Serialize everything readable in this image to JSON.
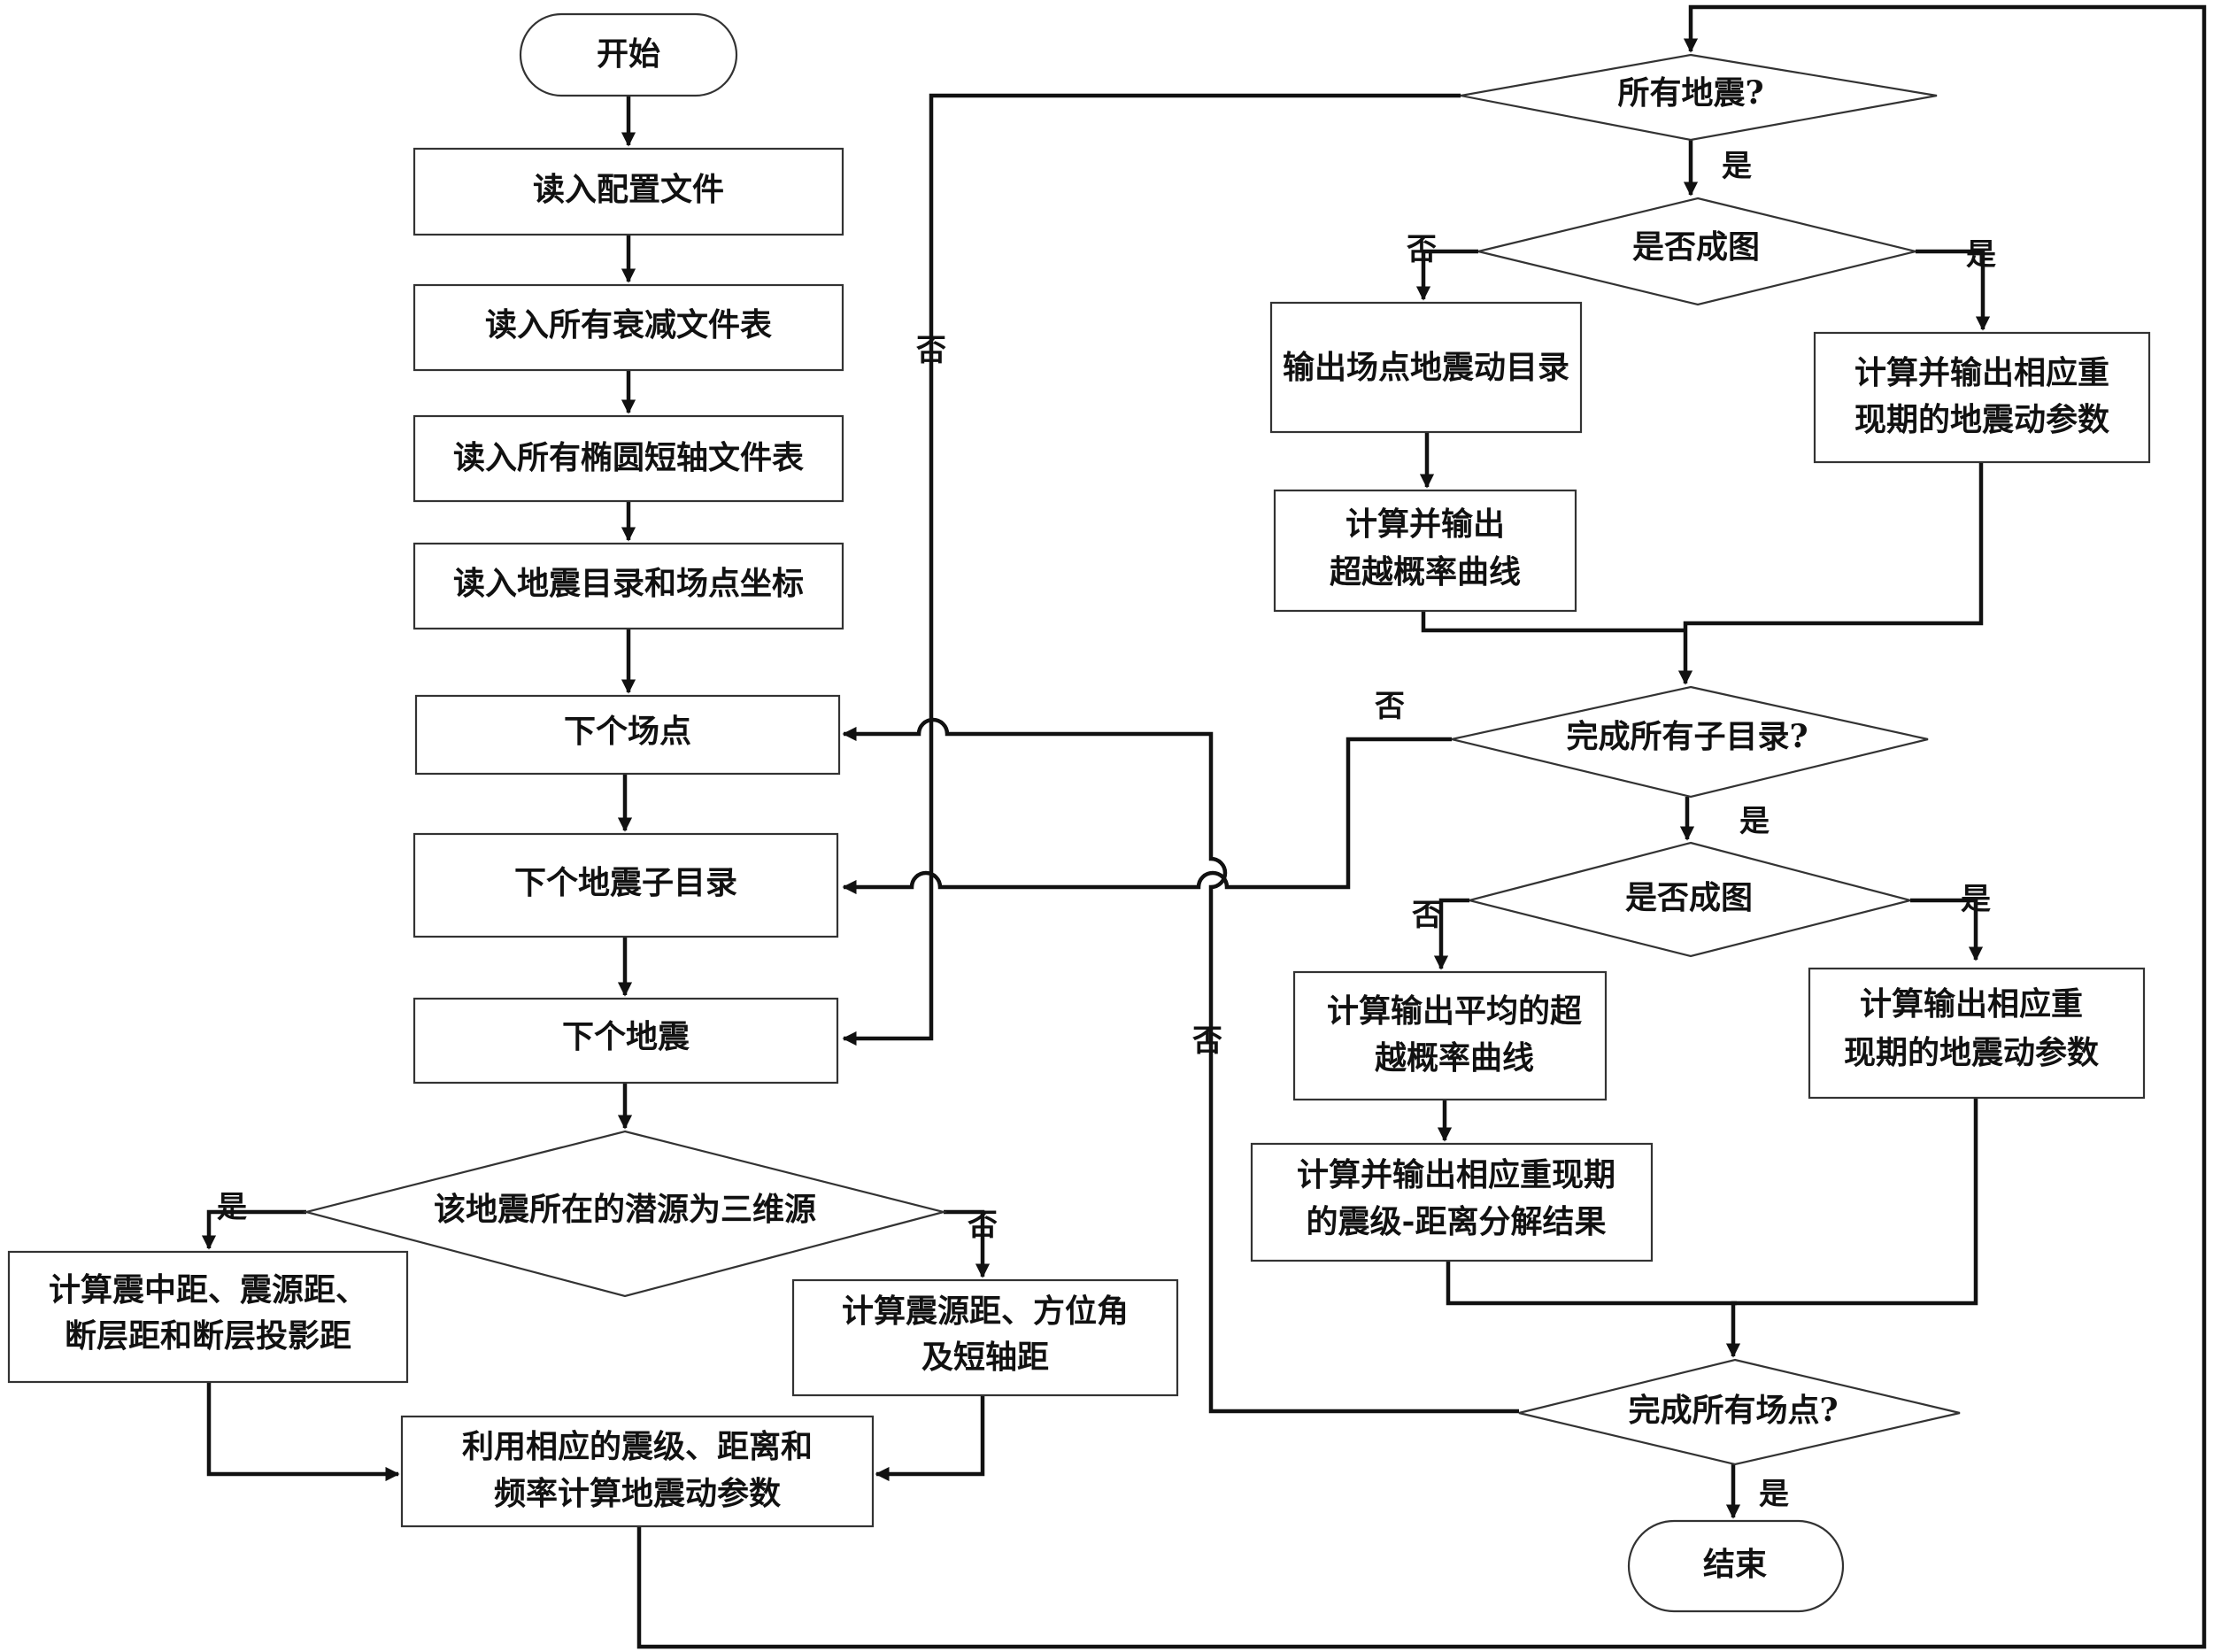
{
  "nodes": {
    "start": "开始",
    "read_config": "读入配置文件",
    "read_atten": "读入所有衰减文件表",
    "read_ellipse": "读入所有椭圆短轴文件表",
    "read_catalog": "读入地震目录和场点坐标",
    "next_site": "下个场点",
    "next_subcatalog": "下个地震子目录",
    "next_quake": "下个地震",
    "is_3d": "该地震所在的潜源为三维源",
    "calc_dist_3d": [
      "计算震中距、震源距、",
      "断层距和断层投影距"
    ],
    "calc_dist_az": [
      "计算震源距、方位角",
      "及短轴距"
    ],
    "calc_motion": [
      "利用相应的震级、距离和",
      "频率计算地震动参数"
    ],
    "all_quakes": "所有地震?",
    "map1": "是否成图",
    "out_site_catalog": "输出场点地震动目录",
    "calc_exceed": [
      "计算并输出",
      "超越概率曲线"
    ],
    "calc_return1": [
      "计算并输出相应重",
      "现期的地震动参数"
    ],
    "all_subcatalogs": "完成所有子目录?",
    "map2": "是否成图",
    "calc_mean_exceed": [
      "计算输出平均的超",
      "越概率曲线"
    ],
    "calc_return_disagg": [
      "计算并输出相应重现期",
      "的震级-距离分解结果"
    ],
    "calc_return2": [
      "计算输出相应重",
      "现期的地震动参数"
    ],
    "all_sites": "完成所有场点?",
    "end": "结束"
  },
  "labels": {
    "yes": "是",
    "no": "否"
  }
}
